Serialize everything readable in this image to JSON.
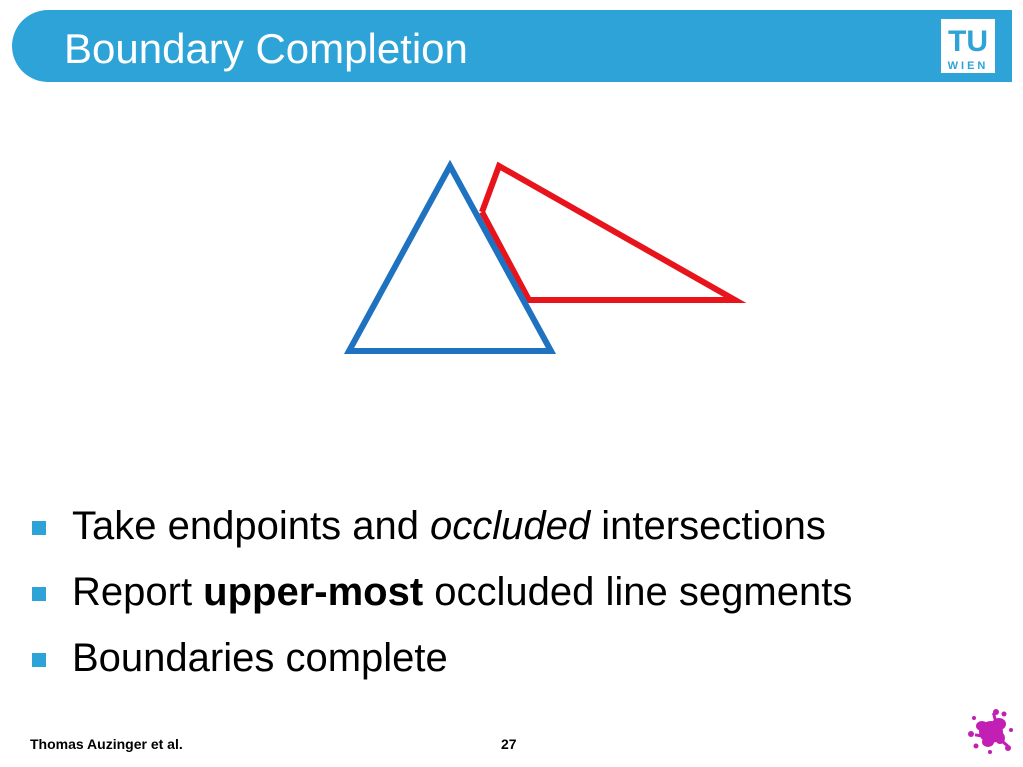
{
  "slide": {
    "title": "Boundary Completion",
    "accent_color": "#2ea3d8",
    "bullets": [
      {
        "before": "Take endpoints and ",
        "emph": "occluded",
        "emph_style": "italic",
        "after": " intersections"
      },
      {
        "before": "Report ",
        "emph": "upper-most",
        "emph_style": "bold",
        "after": " occluded line segments"
      },
      {
        "before": "Boundaries complete",
        "emph": "",
        "emph_style": "",
        "after": ""
      }
    ],
    "bullet_icon": "square-bullet-icon"
  },
  "logo": {
    "line1": "TU",
    "line2": "WIEN",
    "icon": "tu-wien-logo-icon"
  },
  "diagram": {
    "blue_color": "#1e72c0",
    "red_color": "#e8141c",
    "shapes": [
      "blue-triangle",
      "red-occluded-triangle"
    ]
  },
  "footer": {
    "author": "Thomas Auzinger et al.",
    "page_number": "27",
    "splat_icon": "paint-splat-icon",
    "splat_color": "#c21fb4"
  }
}
